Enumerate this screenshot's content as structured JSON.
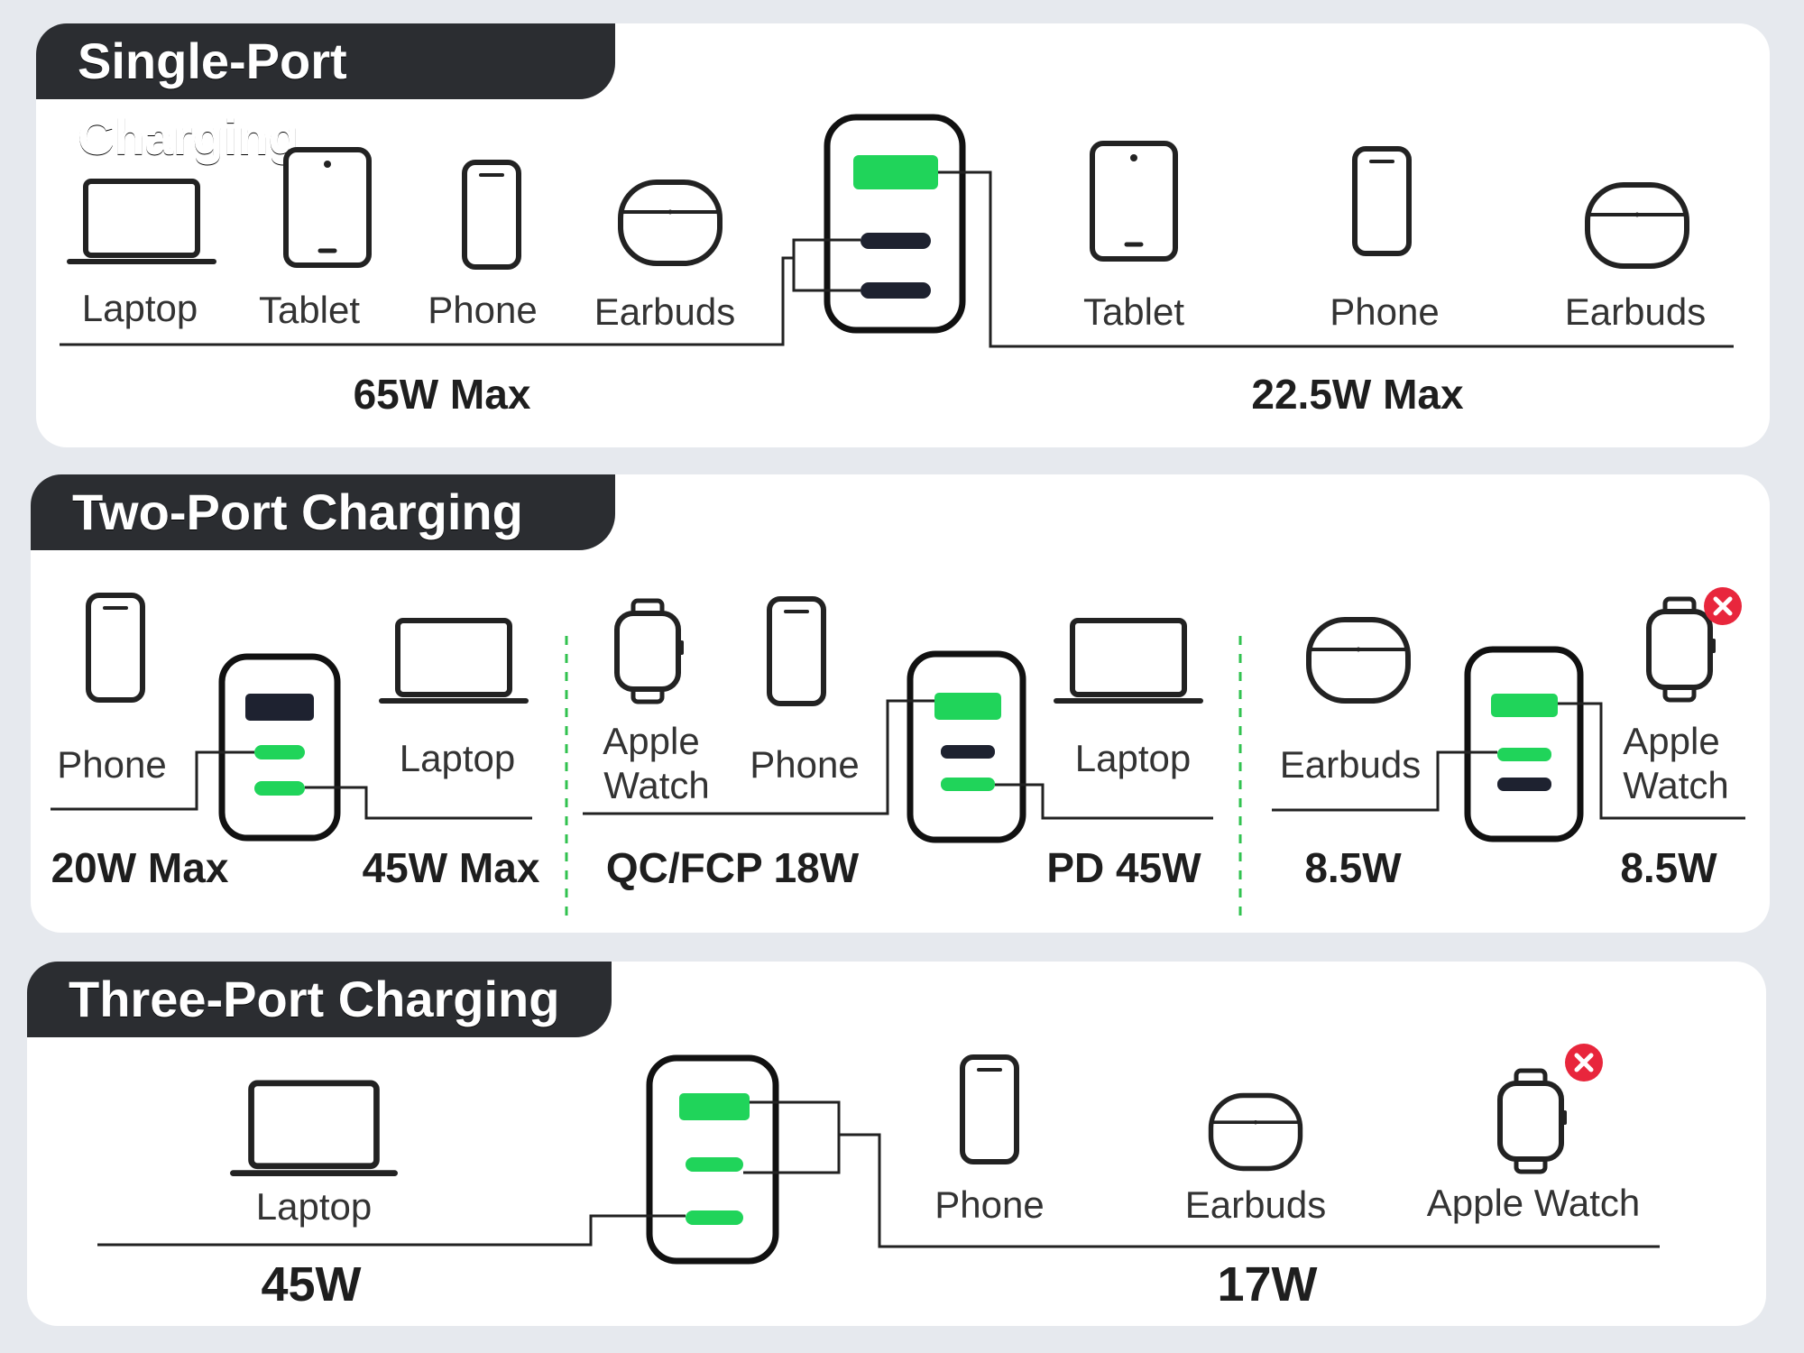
{
  "sections": [
    {
      "title": "Single-Port Charging",
      "left_devices": [
        "Laptop",
        "Tablet",
        "Phone",
        "Earbuds"
      ],
      "right_devices": [
        "Tablet",
        "Phone",
        "Earbuds"
      ],
      "left_value": "65W  Max",
      "right_value": "22.5W  Max"
    },
    {
      "title": "Two-Port Charging",
      "groups": [
        {
          "left_device": "Phone",
          "right_device": "Laptop",
          "left_value": "20W Max",
          "right_value": "45W Max"
        },
        {
          "left_device_1": "Apple",
          "left_device_2": "Watch",
          "left_device_b": "Phone",
          "right_device": "Laptop",
          "left_value": "QC/FCP 18W",
          "right_value": "PD 45W"
        },
        {
          "left_device": "Earbuds",
          "right_device_1": "Apple",
          "right_device_2": "Watch",
          "left_value": "8.5W",
          "right_value": "8.5W"
        }
      ]
    },
    {
      "title": "Three-Port Charging",
      "devices": [
        "Laptop",
        "Phone",
        "Earbuds",
        "Apple Watch"
      ],
      "left_value": "45W",
      "right_value": "17W"
    }
  ],
  "colors": {
    "port_active": "#20d45a",
    "port_inactive": "#1e2230",
    "divider": "#31c24f",
    "error": "#e8263c",
    "tab_bg": "#2b2d31"
  },
  "icons": [
    "laptop-icon",
    "tablet-icon",
    "phone-icon",
    "earbuds-icon",
    "charger-icon",
    "apple-watch-icon",
    "not-supported-icon"
  ]
}
